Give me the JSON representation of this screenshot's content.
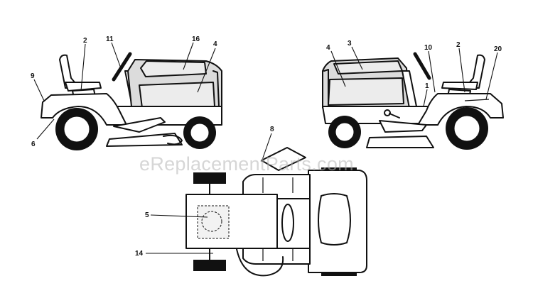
{
  "callouts": {
    "left_tractor": {
      "c2": "2",
      "c11": "11",
      "c16": "16",
      "c4": "4",
      "c9": "9",
      "c6": "6"
    },
    "right_tractor": {
      "c4": "4",
      "c3": "3",
      "c10": "10",
      "c2": "2",
      "c20": "20",
      "c1": "1"
    },
    "top_view": {
      "c8": "8",
      "c5": "5",
      "c14": "14"
    }
  },
  "watermark": "eReplacementParts.com"
}
